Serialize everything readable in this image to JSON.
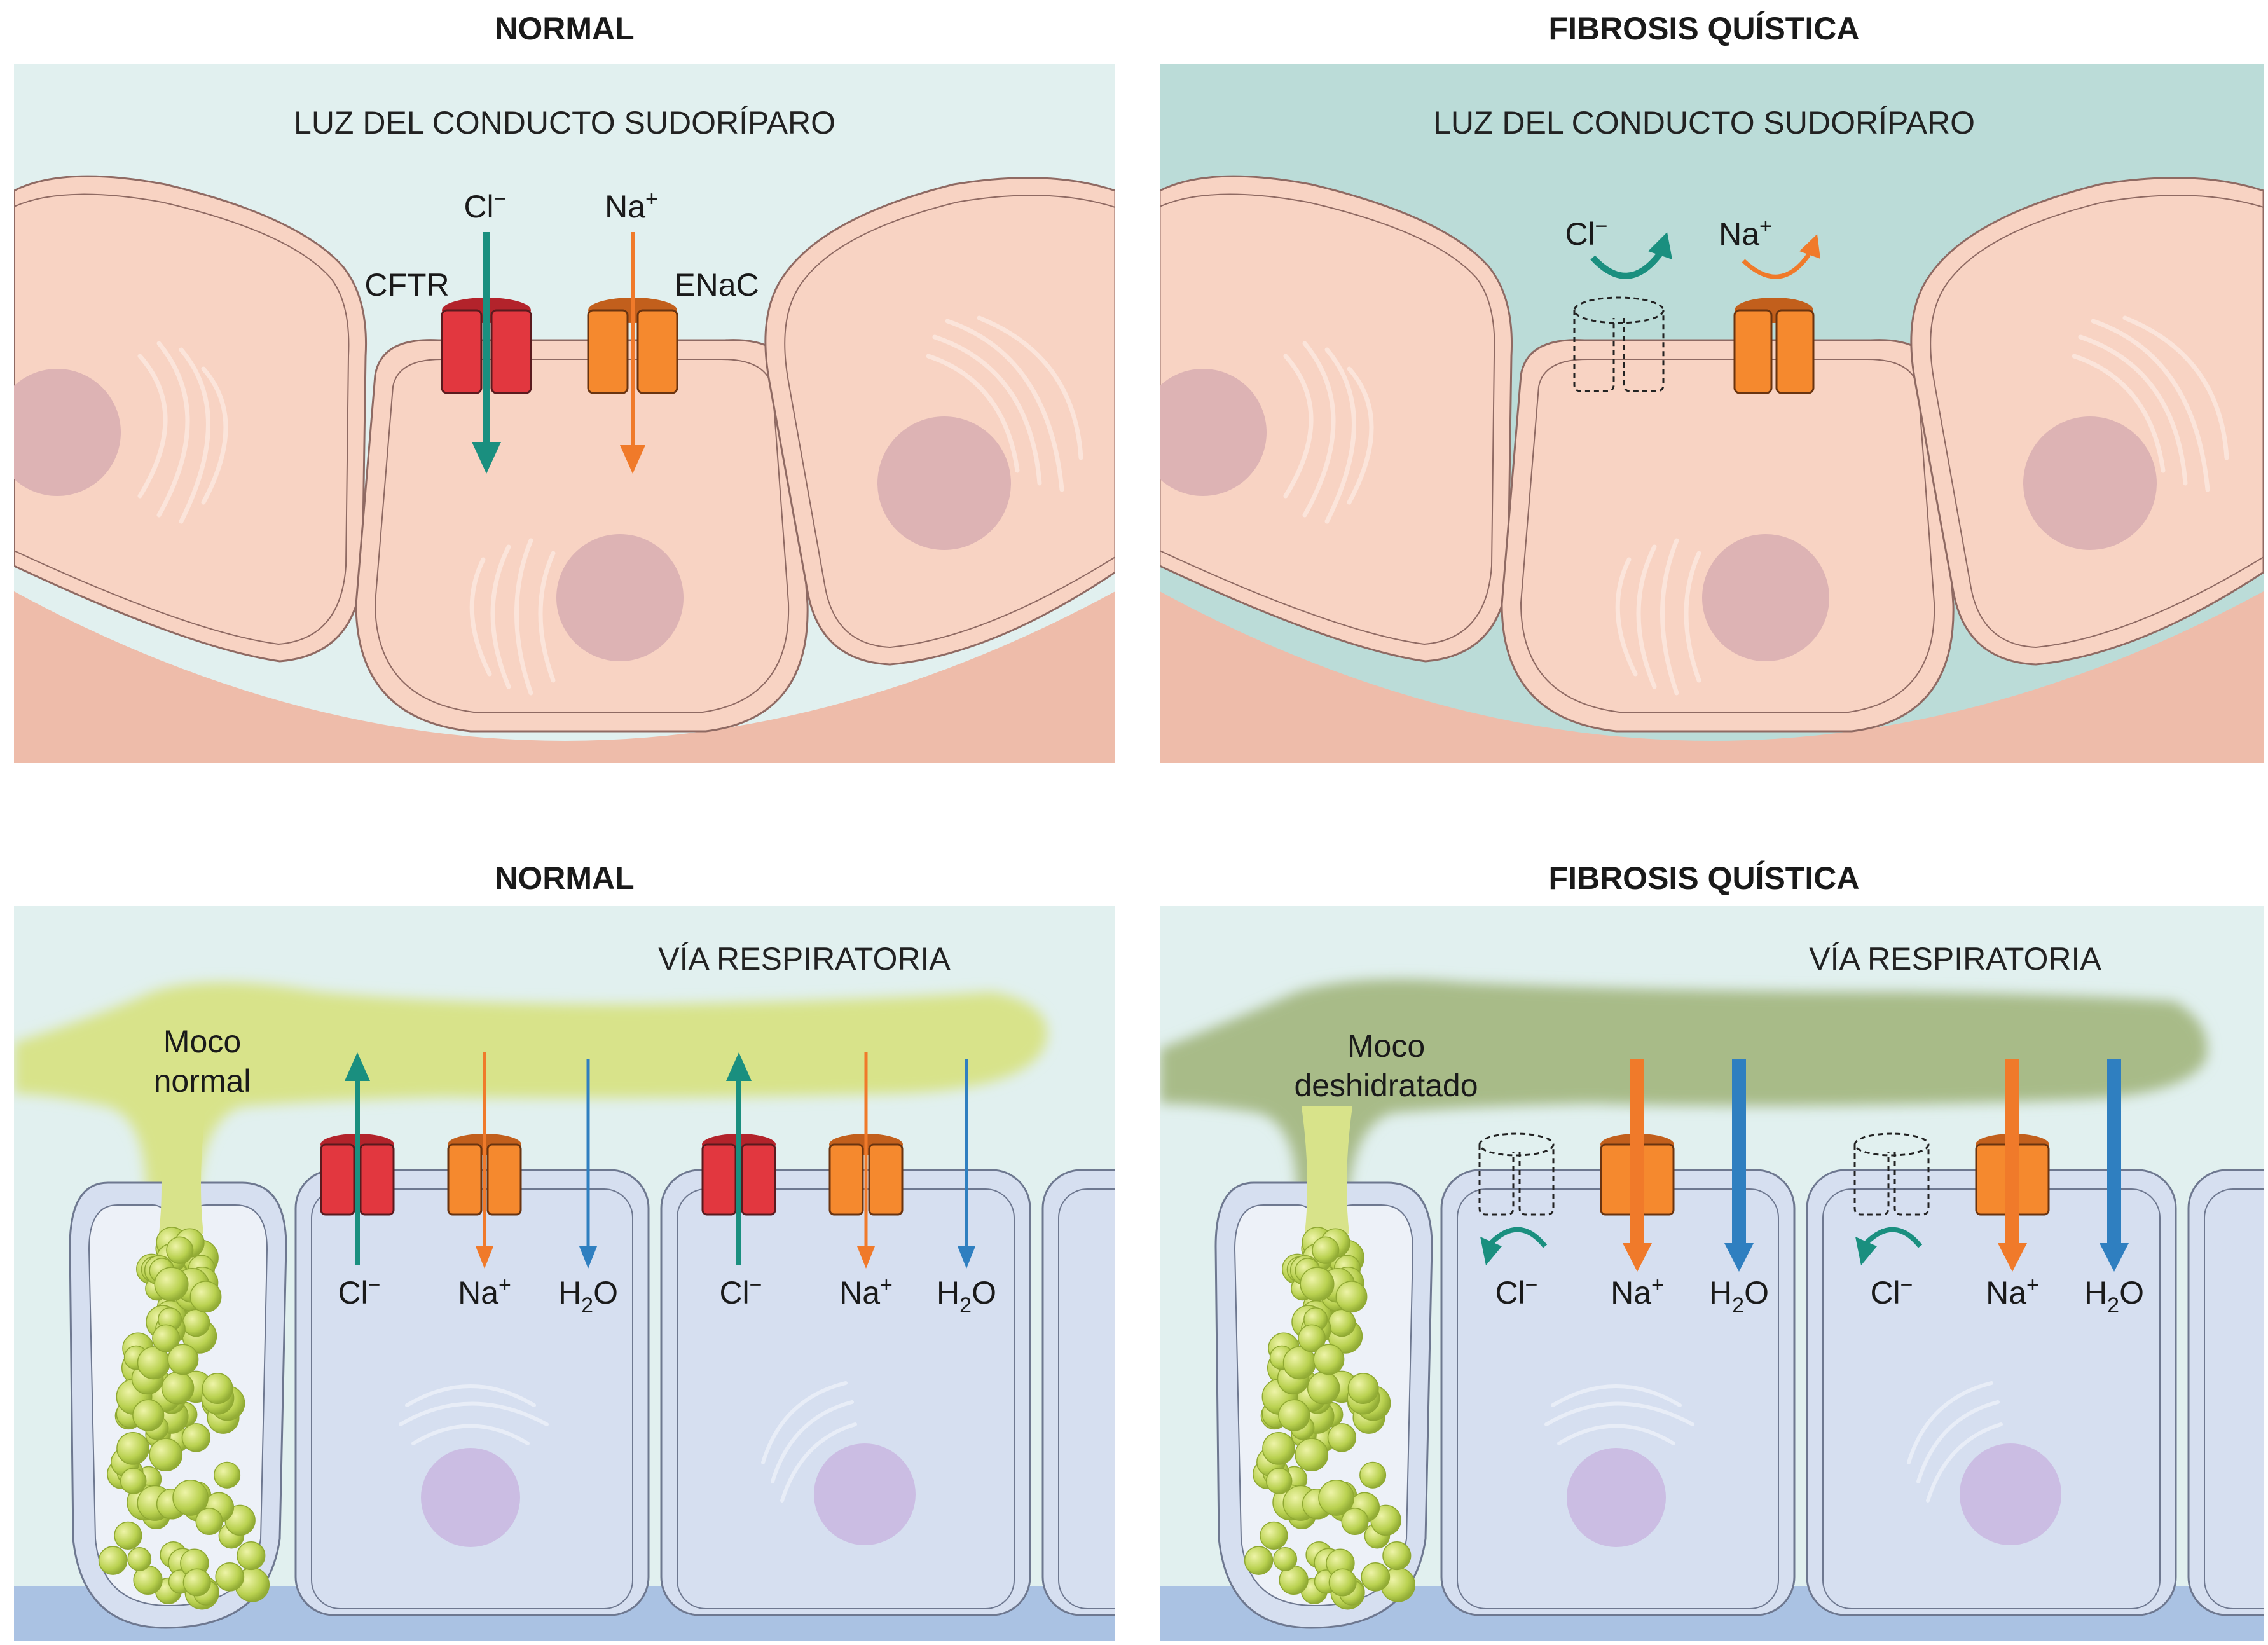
{
  "panels": {
    "top_left": {
      "title": "NORMAL",
      "region": "LUZ DEL CONDUCTO SUDORÍPARO",
      "ions": [
        {
          "base": "Cl",
          "sup": "−"
        },
        {
          "base": "Na",
          "sup": "+"
        }
      ],
      "channels": [
        "CFTR",
        "ENaC"
      ]
    },
    "top_right": {
      "title": "FIBROSIS QUÍSTICA",
      "region": "LUZ DEL CONDUCTO SUDORÍPARO",
      "ions": [
        {
          "base": "Cl",
          "sup": "−"
        },
        {
          "base": "Na",
          "sup": "+"
        }
      ]
    },
    "bottom_left": {
      "title": "NORMAL",
      "region": "VÍA RESPIRATORIA",
      "mucus": [
        "Moco",
        "normal"
      ],
      "ions": [
        {
          "base": "Cl",
          "sup": "−"
        },
        {
          "base": "Na",
          "sup": "+"
        },
        {
          "base": "H",
          "sub": "2",
          "tail": "O"
        }
      ]
    },
    "bottom_right": {
      "title": "FIBROSIS QUÍSTICA",
      "region": "VÍA RESPIRATORIA",
      "mucus": [
        "Moco",
        "deshidratado"
      ],
      "ions": [
        {
          "base": "Cl",
          "sup": "−"
        },
        {
          "base": "Na",
          "sup": "+"
        },
        {
          "base": "H",
          "sub": "2",
          "tail": "O"
        }
      ]
    }
  },
  "colors": {
    "cl": "#1a8f7f",
    "na": "#f07a2a",
    "h2o": "#2f7fc0",
    "cftr": "#e2373f",
    "enac": "#f5892e",
    "lumen_normal": "#e1f0ef",
    "lumen_cf": "#bbdcd8",
    "cell": "#f8d3c3",
    "nucleus": "#ddb3b4",
    "airway_cell": "#d6dff0",
    "airway_nucleus": "#cbbde3",
    "mucus_normal": "#d8e38a",
    "mucus_cf": "#a8bb88"
  }
}
